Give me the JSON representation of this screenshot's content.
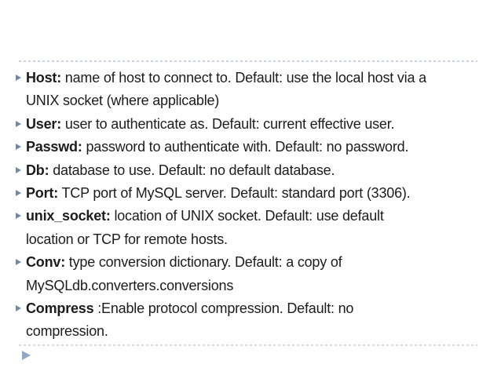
{
  "slide": {
    "background_color": "#ffffff",
    "text_color": "#1c1c1c",
    "bullet_color": "#7488a3",
    "footer_bullet_color": "#8fa9c7",
    "top_rule_color": "#c8d2e0",
    "bottom_rule_color": "#d6dbe2"
  },
  "content": {
    "bullets": [
      {
        "term": "Host:",
        "lines": [
          "name of host to connect to. Default: use the local host via a",
          "UNIX socket (where applicable)"
        ]
      },
      {
        "term": "User:",
        "lines": [
          "user to authenticate as. Default: current effective user."
        ]
      },
      {
        "term": "Passwd:",
        "lines": [
          "password to authenticate with. Default: no password."
        ]
      },
      {
        "term": "Db:",
        "lines": [
          "database to use. Default: no default database."
        ]
      },
      {
        "term": "Port:",
        "lines": [
          "TCP port of MySQL server. Default: standard port (3306)."
        ]
      },
      {
        "term": "unix_socket:",
        "lines": [
          "location of UNIX socket. Default: use default",
          "location or TCP for remote hosts."
        ]
      },
      {
        "term": "Conv:",
        "lines": [
          "type conversion dictionary. Default: a copy of",
          "MySQLdb.converters.conversions"
        ]
      },
      {
        "term": "Compress",
        "lines": [
          ":Enable protocol compression. Default: no",
          "compression."
        ]
      }
    ]
  }
}
